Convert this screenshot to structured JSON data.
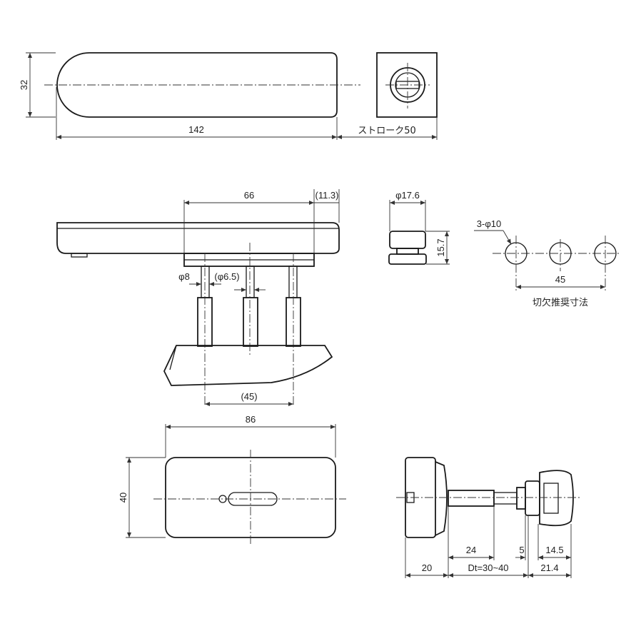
{
  "dimensions": {
    "top_height": "32",
    "top_length": "142",
    "stroke": "ストローク50",
    "mid_width": "66",
    "mid_offset": "(11.3)",
    "rod_dia_8": "φ8",
    "rod_dia_65": "(φ6.5)",
    "rod_pitch": "(45)",
    "knob_dia": "φ17.6",
    "knob_height": "15.7",
    "holes": "3-φ10",
    "holes_pitch": "45",
    "cutout_note": "切欠推奨寸法",
    "plate_width": "86",
    "plate_height": "40",
    "side_24": "24",
    "side_5": "5",
    "side_145": "14.5",
    "side_20": "20",
    "side_dt": "Dt=30~40",
    "side_214": "21.4"
  }
}
